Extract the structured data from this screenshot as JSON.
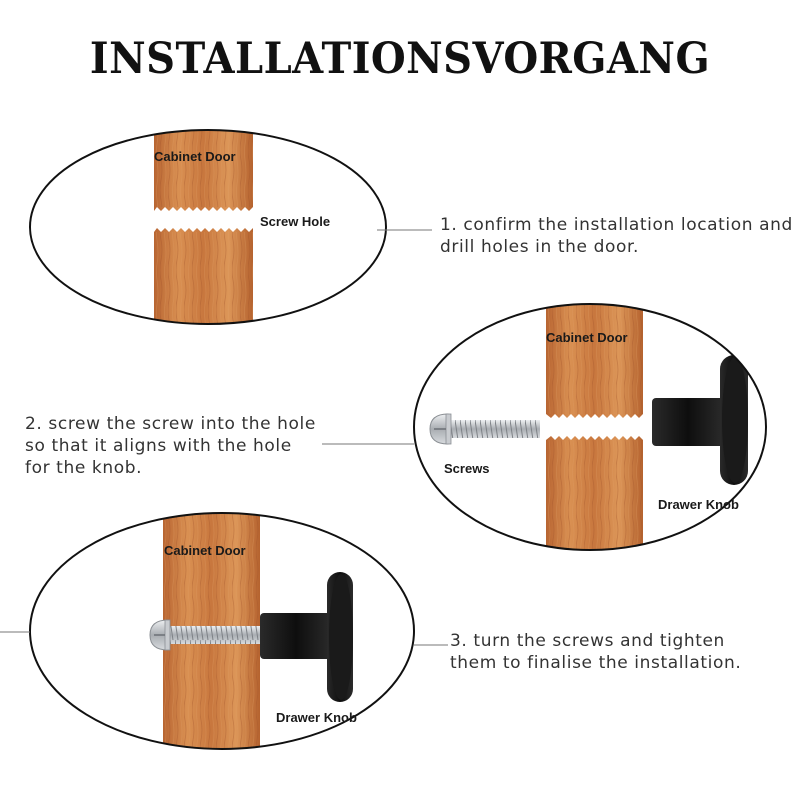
{
  "title": "INSTALLATIONSVORGANG",
  "steps": [
    {
      "lines": [
        "1. confirm the installation location and",
        "drill holes in the door."
      ]
    },
    {
      "lines": [
        "2. screw the screw into the hole",
        "so that it aligns with the hole",
        "for the knob."
      ]
    },
    {
      "lines": [
        "3. turn the screws and tighten",
        "them to finalise the installation."
      ]
    }
  ],
  "labels": {
    "cabinet_door": "Cabinet Door",
    "screw_hole": "Screw Hole",
    "screws": "Screws",
    "drawer_knob": "Drawer Knob"
  },
  "colors": {
    "wood_light": "#d4874b",
    "wood_dark": "#a8592a",
    "knob": "#1c1c1c",
    "screw": "#bfc3c7",
    "outline": "#111111",
    "connector": "#777777"
  }
}
